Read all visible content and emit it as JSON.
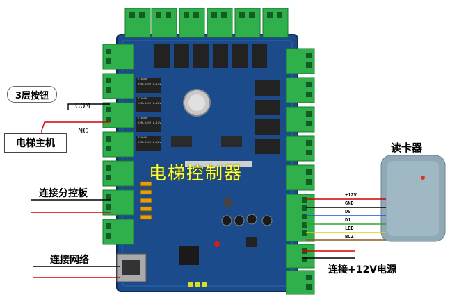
{
  "image": {
    "overlay_title": "电梯控制器",
    "labels": {
      "button_panel": "3层按钮",
      "elevator_host": "电梯主机",
      "com": "COM",
      "nc": "NC",
      "branch_board": "连接分控板",
      "network": "连接网络",
      "card_reader": "读卡器",
      "power": "连接+12V电源"
    },
    "reader_pins": [
      "+12V",
      "GND",
      "D0",
      "D1",
      "LED",
      "BUZ"
    ],
    "chip_marks": [
      "TIANBO",
      "HJR-4102-L-12V",
      "TIANBO",
      "HJR-4102-L-12V",
      "TIANBO",
      "HJR-4102-L-12V",
      "TIANBO",
      "HJR-4102-L-12V"
    ]
  },
  "colors": {
    "pcb": "#1b4b8a",
    "terminal": "#2fb04a",
    "relay": "#222222",
    "reader": "#8fa9b6",
    "wire_red": "#d00000",
    "wire_black": "#000000",
    "wire_blue": "#1650d8",
    "wire_green": "#2ea62e",
    "wire_yellow": "#e0d000",
    "wire_brown": "#8a5a20",
    "overlay_text": "#ffff3a"
  }
}
